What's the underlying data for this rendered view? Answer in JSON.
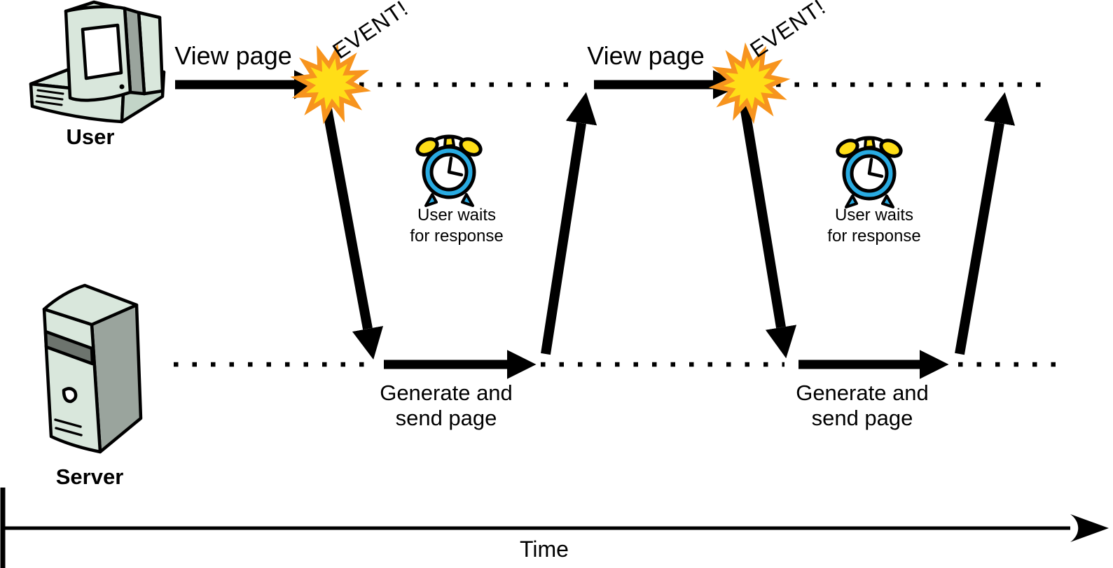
{
  "diagram": {
    "user_label": "User",
    "server_label": "Server",
    "time_label": "Time",
    "cycles": [
      {
        "view_page": "View page",
        "event": "EVENT!",
        "wait_line1": "User waits",
        "wait_line2": "for response",
        "generate_line1": "Generate and",
        "generate_line2": "send page"
      },
      {
        "view_page": "View page",
        "event": "EVENT!",
        "wait_line1": "User waits",
        "wait_line2": "for response",
        "generate_line1": "Generate and",
        "generate_line2": "send page"
      }
    ],
    "icons": {
      "user": "computer-icon",
      "server": "server-tower-icon",
      "wait": "alarm-clock-icon",
      "event": "starburst-icon"
    },
    "colors": {
      "ink_black": "#000000",
      "star_yellow": "#FFDE17",
      "star_orange": "#F7941E",
      "clock_blue": "#29ABE2",
      "machine_green": "#D9E7DC",
      "machine_side_gray": "#9AA49D",
      "machine_band_gray": "#6D746E",
      "machine_shade_green": "#C2D4C7"
    }
  }
}
